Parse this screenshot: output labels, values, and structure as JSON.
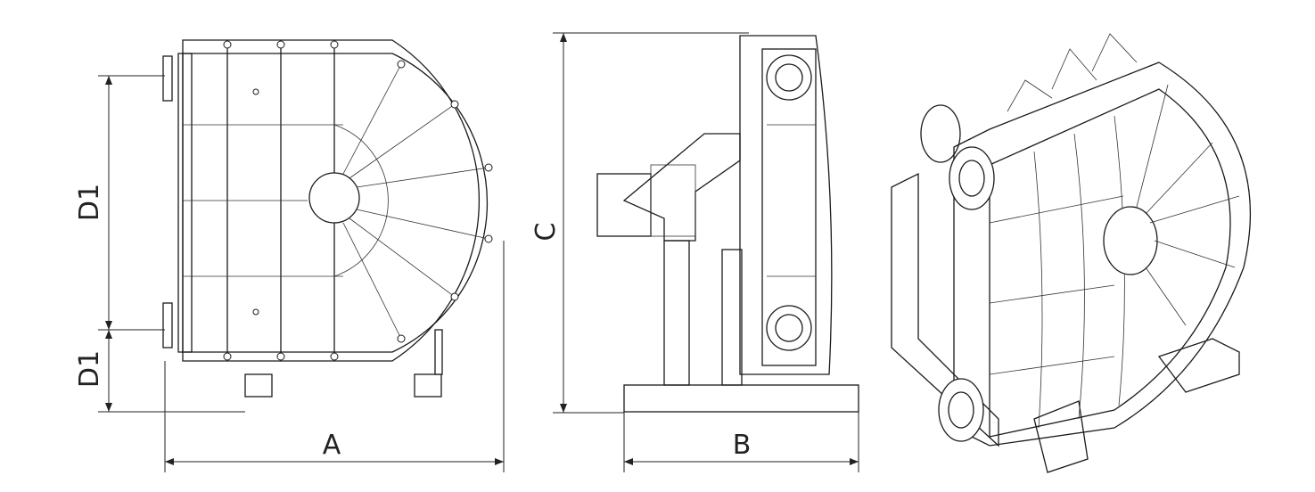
{
  "dimensions": {
    "d1_upper": "D1",
    "d1_lower": "D1",
    "height": "C",
    "width_front": "A",
    "width_side": "B"
  }
}
